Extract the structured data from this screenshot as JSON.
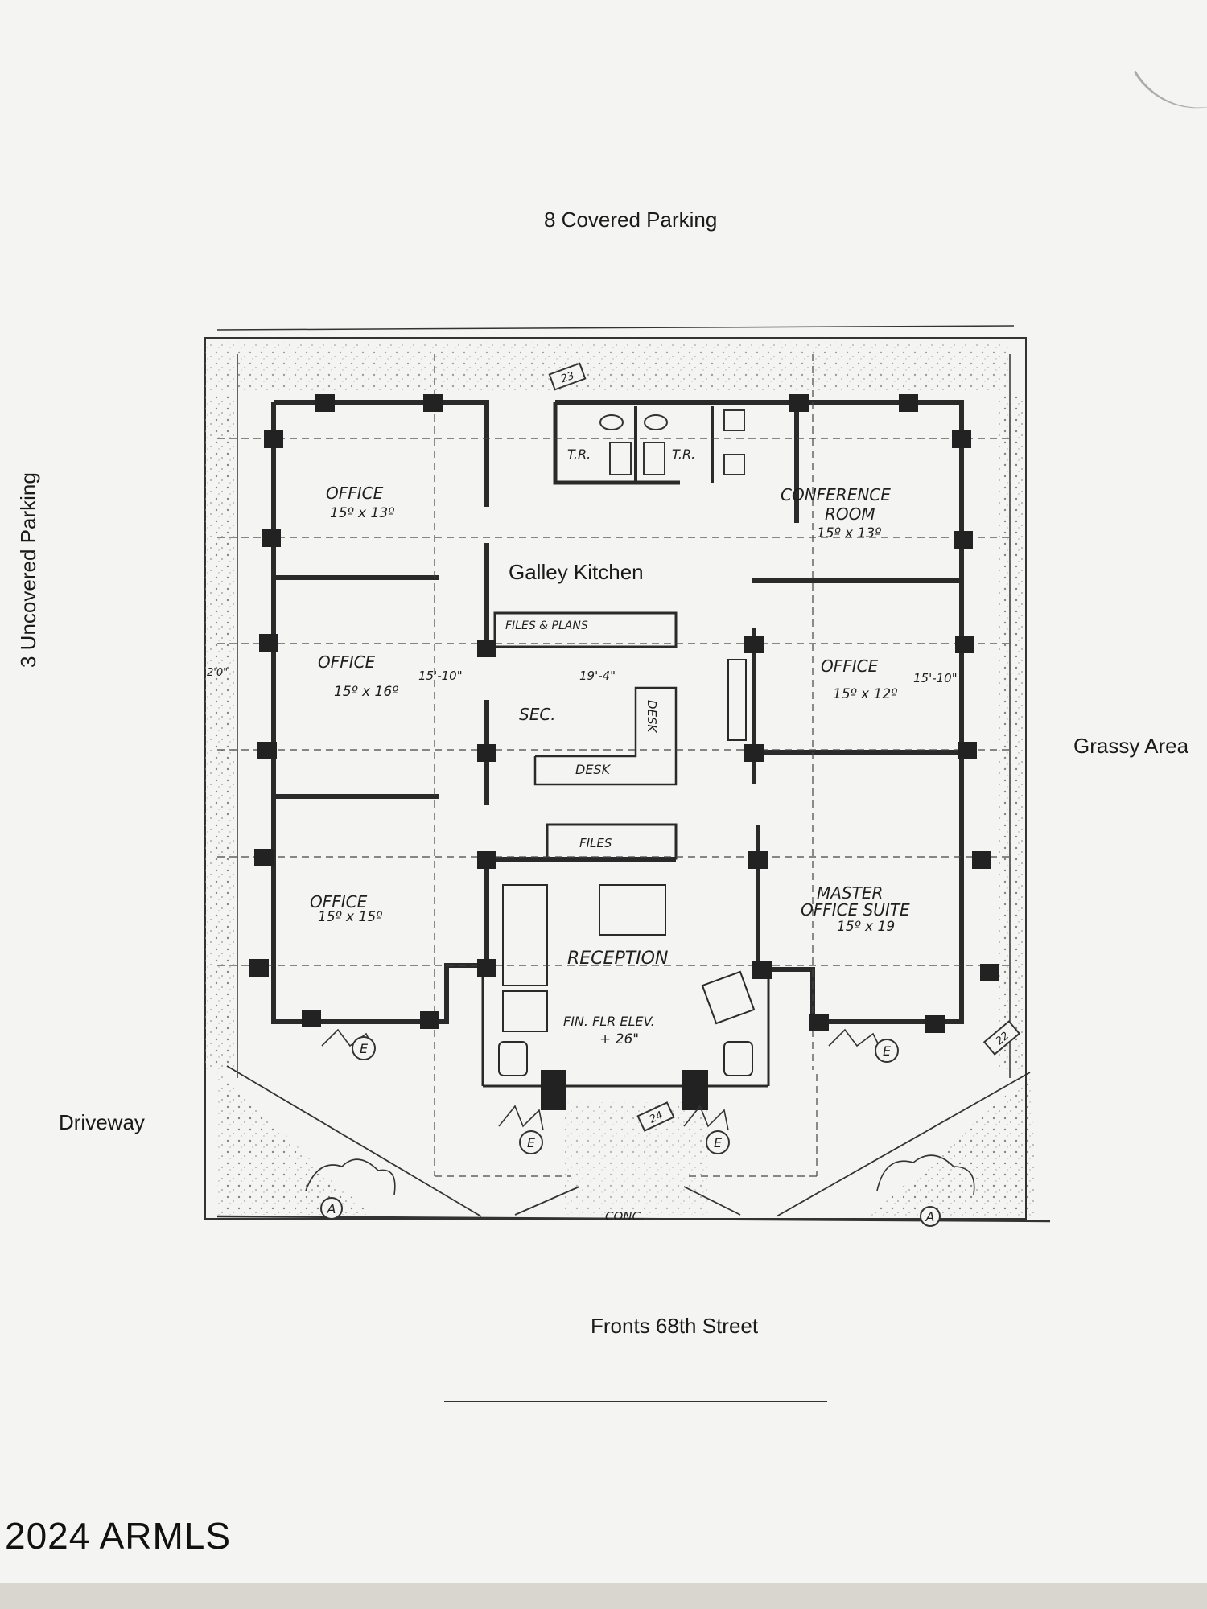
{
  "site_labels": {
    "top": "8 Covered Parking",
    "left": "3 Uncovered Parking",
    "right": "Grassy Area",
    "driveway": "Driveway",
    "bottom": "Fronts 68th Street"
  },
  "watermark": "2024 ARMLS",
  "rooms": {
    "office_top_left": {
      "name": "OFFICE",
      "size": "15º x 13º"
    },
    "conference": {
      "name": "CONFERENCE",
      "name2": "ROOM",
      "size": "15º x 13º"
    },
    "galley_kitchen": "Galley Kitchen",
    "files_plans": "FILES & PLANS",
    "office_mid_left": {
      "name": "OFFICE",
      "size": "15º x 16º"
    },
    "office_mid_right": {
      "name": "OFFICE",
      "size": "15º x 12º"
    },
    "sec": "SEC.",
    "desk_h": "DESK",
    "desk_v": "DESK",
    "files": "FILES",
    "office_bottom_left": {
      "name": "OFFICE",
      "size": "15º x 15º"
    },
    "master_suite": {
      "name": "MASTER",
      "name2": "OFFICE SUITE",
      "size": "15º x 19"
    },
    "reception": "RECEPTION",
    "fin_flr_1": "FIN. FLR ELEV.",
    "fin_flr_2": "+ 26\"",
    "tr_left": "T.R.",
    "tr_right": "T.R.",
    "conc": "CONC."
  },
  "dimensions": {
    "left_width": "15'-10\"",
    "center_width": "19'-4\"",
    "right_width": "15'-10\"",
    "left_edge": "2'0\""
  },
  "elevations": {
    "top": "23",
    "front": "24",
    "right": "22"
  },
  "plant_tags": {
    "e1": "E",
    "e2": "E",
    "e3": "E",
    "e4": "E",
    "a1": "A",
    "a2": "A"
  }
}
